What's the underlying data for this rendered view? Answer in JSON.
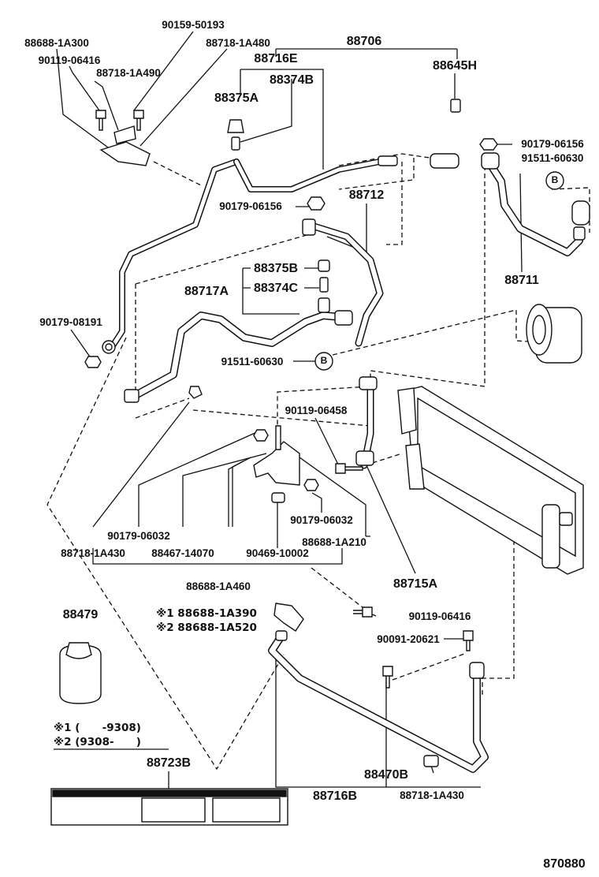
{
  "labels": {
    "p90159_50193": "90159-50193",
    "p88688_1a300": "88688-1A300",
    "p88718_1a480": "88718-1A480",
    "p90119_06416_top": "90119-06416",
    "p88718_1a490": "88718-1A490",
    "p88706": "88706",
    "p88716e": "88716E",
    "p88645h": "88645H",
    "p88374b": "88374B",
    "p88375a": "88375A",
    "p90179_06156_r": "90179-06156",
    "p91511_60630_r": "91511-60630",
    "p88712": "88712",
    "p90179_06156_c": "90179-06156",
    "p88375b": "88375B",
    "p88717a": "88717A",
    "p88374c": "88374C",
    "p88711": "88711",
    "p90179_08191": "90179-08191",
    "p91511_60630_c": "91511-60630",
    "p90119_06458": "90119-06458",
    "p90179_06032_a": "90179-06032",
    "p90179_06032_b": "90179-06032",
    "p88688_1a210": "88688-1A210",
    "p88718_1a430_l": "88718-1A430",
    "p88467_14070": "88467-14070",
    "p90469_10002": "90469-10002",
    "p88715a": "88715A",
    "p88688_1a460": "88688-1A460",
    "p88479": "88479",
    "m1": "※1 88688-1A390",
    "m2": "※2 88688-1A520",
    "p90119_06416_b": "90119-06416",
    "p90091_20621": "90091-20621",
    "note1": "※1 (      -9308)",
    "note2": "※2 (9308-      )",
    "p88723b": "88723B",
    "p88470b": "88470B",
    "p88716b": "88716B",
    "p88718_1a430_b": "88718-1A430",
    "ref": "870880"
  },
  "circle_b": "B"
}
